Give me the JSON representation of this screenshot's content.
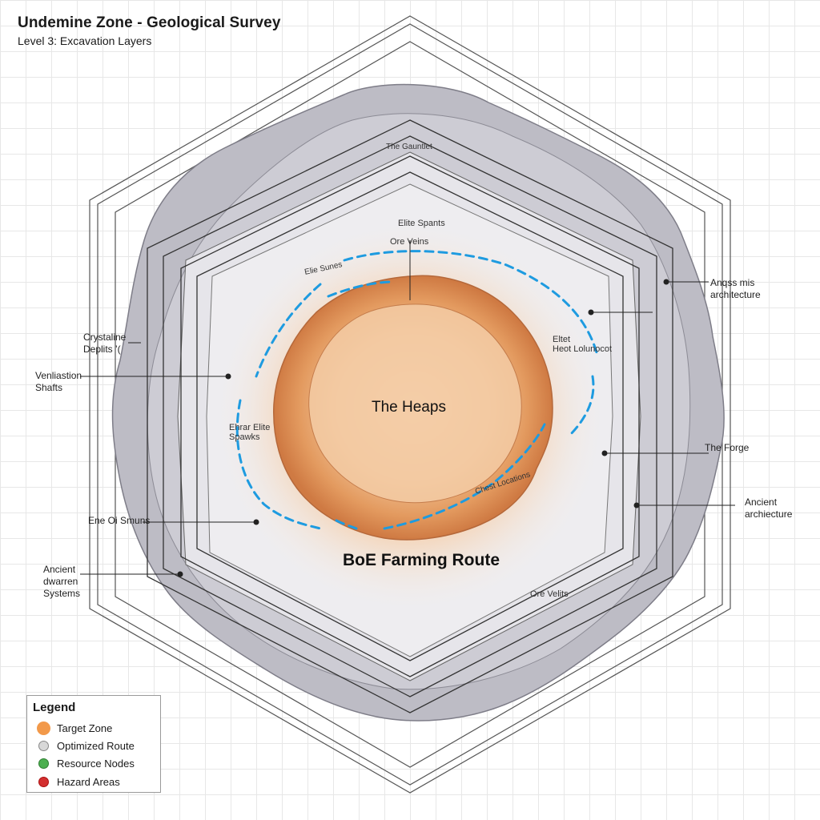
{
  "header": {
    "title": "Undemine Zone - Geological Survey",
    "subtitle": "Level 3: Excavation Layers"
  },
  "map": {
    "center_label": "The Heaps",
    "route_label": "BoE Farming Route"
  },
  "callouts": {
    "crystaline": "Crystaline\nDeplits ’(",
    "ventilation": "Venliastion\nShafts",
    "ore_spawns": "Ene Oi Smuns",
    "ancient_dwarren": "Ancient\ndwarren\nSystems",
    "architecture_top": "Anqss mis\narchitecture",
    "the_forge": "The Forge",
    "ancient_archiecture": "Ancient\narchiecture"
  },
  "inner_labels": {
    "gauntlet": "The Gauntlet",
    "elite_spawns": "Elite Spants",
    "ore_veins_top": "Ore Veins",
    "elite_spawns_2": "Elie Sunes",
    "elite_hot": "Eltet\nHeot Lolunocot",
    "elite_elite": "Ehrar Elite\nSpawks",
    "ore_veins_bottom": "Ore Velits",
    "chest_locations": "Chest Locations"
  },
  "legend": {
    "title": "Legend",
    "items": [
      {
        "label": "Target Zone",
        "color": "#f2994a"
      },
      {
        "label": "Optimized Route",
        "color": "#d8d8d8"
      },
      {
        "label": "Resource Nodes",
        "color": "#4caf50"
      },
      {
        "label": "Hazard Areas",
        "color": "#d32f2f"
      }
    ]
  },
  "colors": {
    "rock": "#b9b8c2",
    "core": "#e39a5f",
    "route": "#1e9be0"
  }
}
